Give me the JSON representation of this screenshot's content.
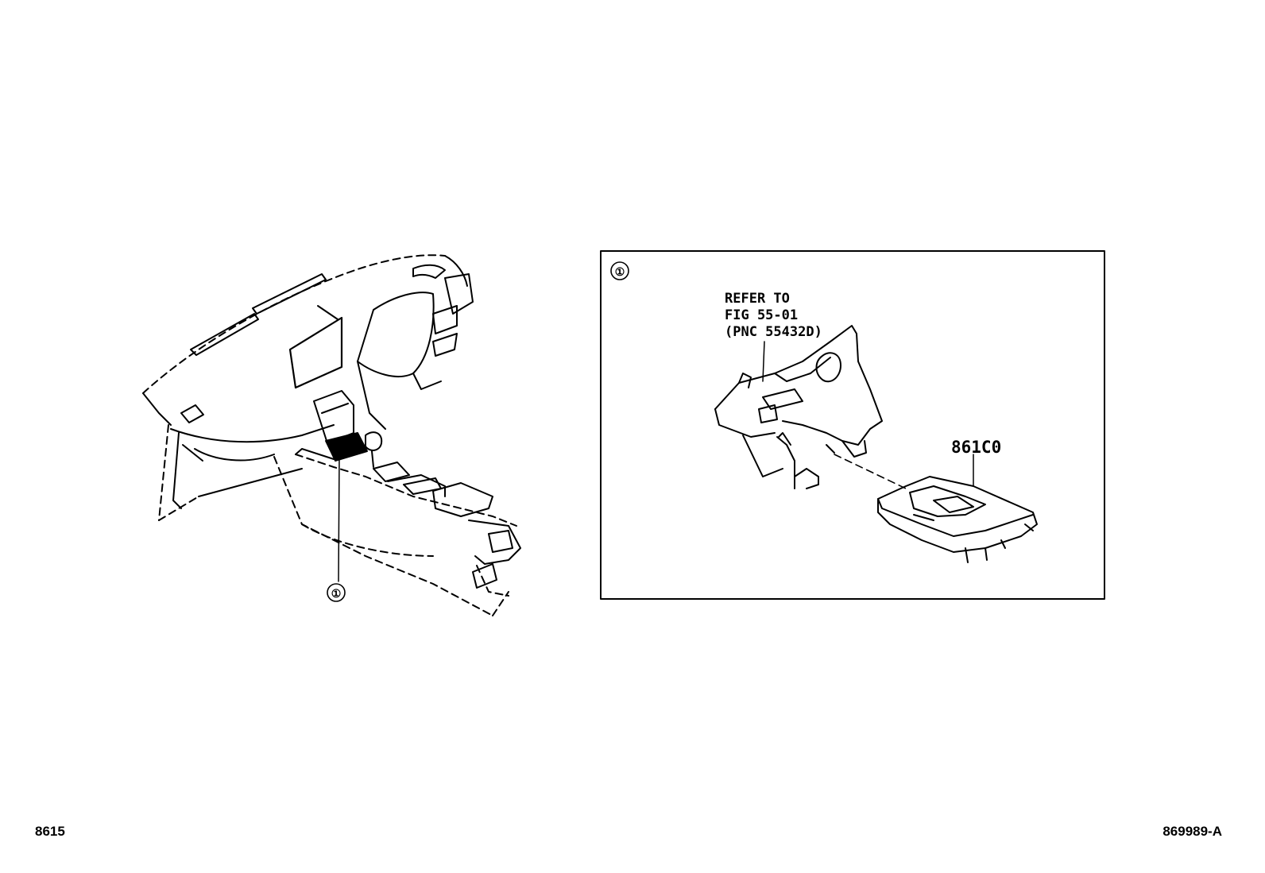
{
  "diagram": {
    "overview": {
      "callout": "①"
    },
    "detail": {
      "callout": "①",
      "refer_lines": [
        "REFER TO",
        "FIG 55-01",
        "(PNC 55432D)"
      ],
      "part_number": "861C0"
    }
  },
  "footer": {
    "figure_code": "8615",
    "illustration_id": "869989-A"
  }
}
